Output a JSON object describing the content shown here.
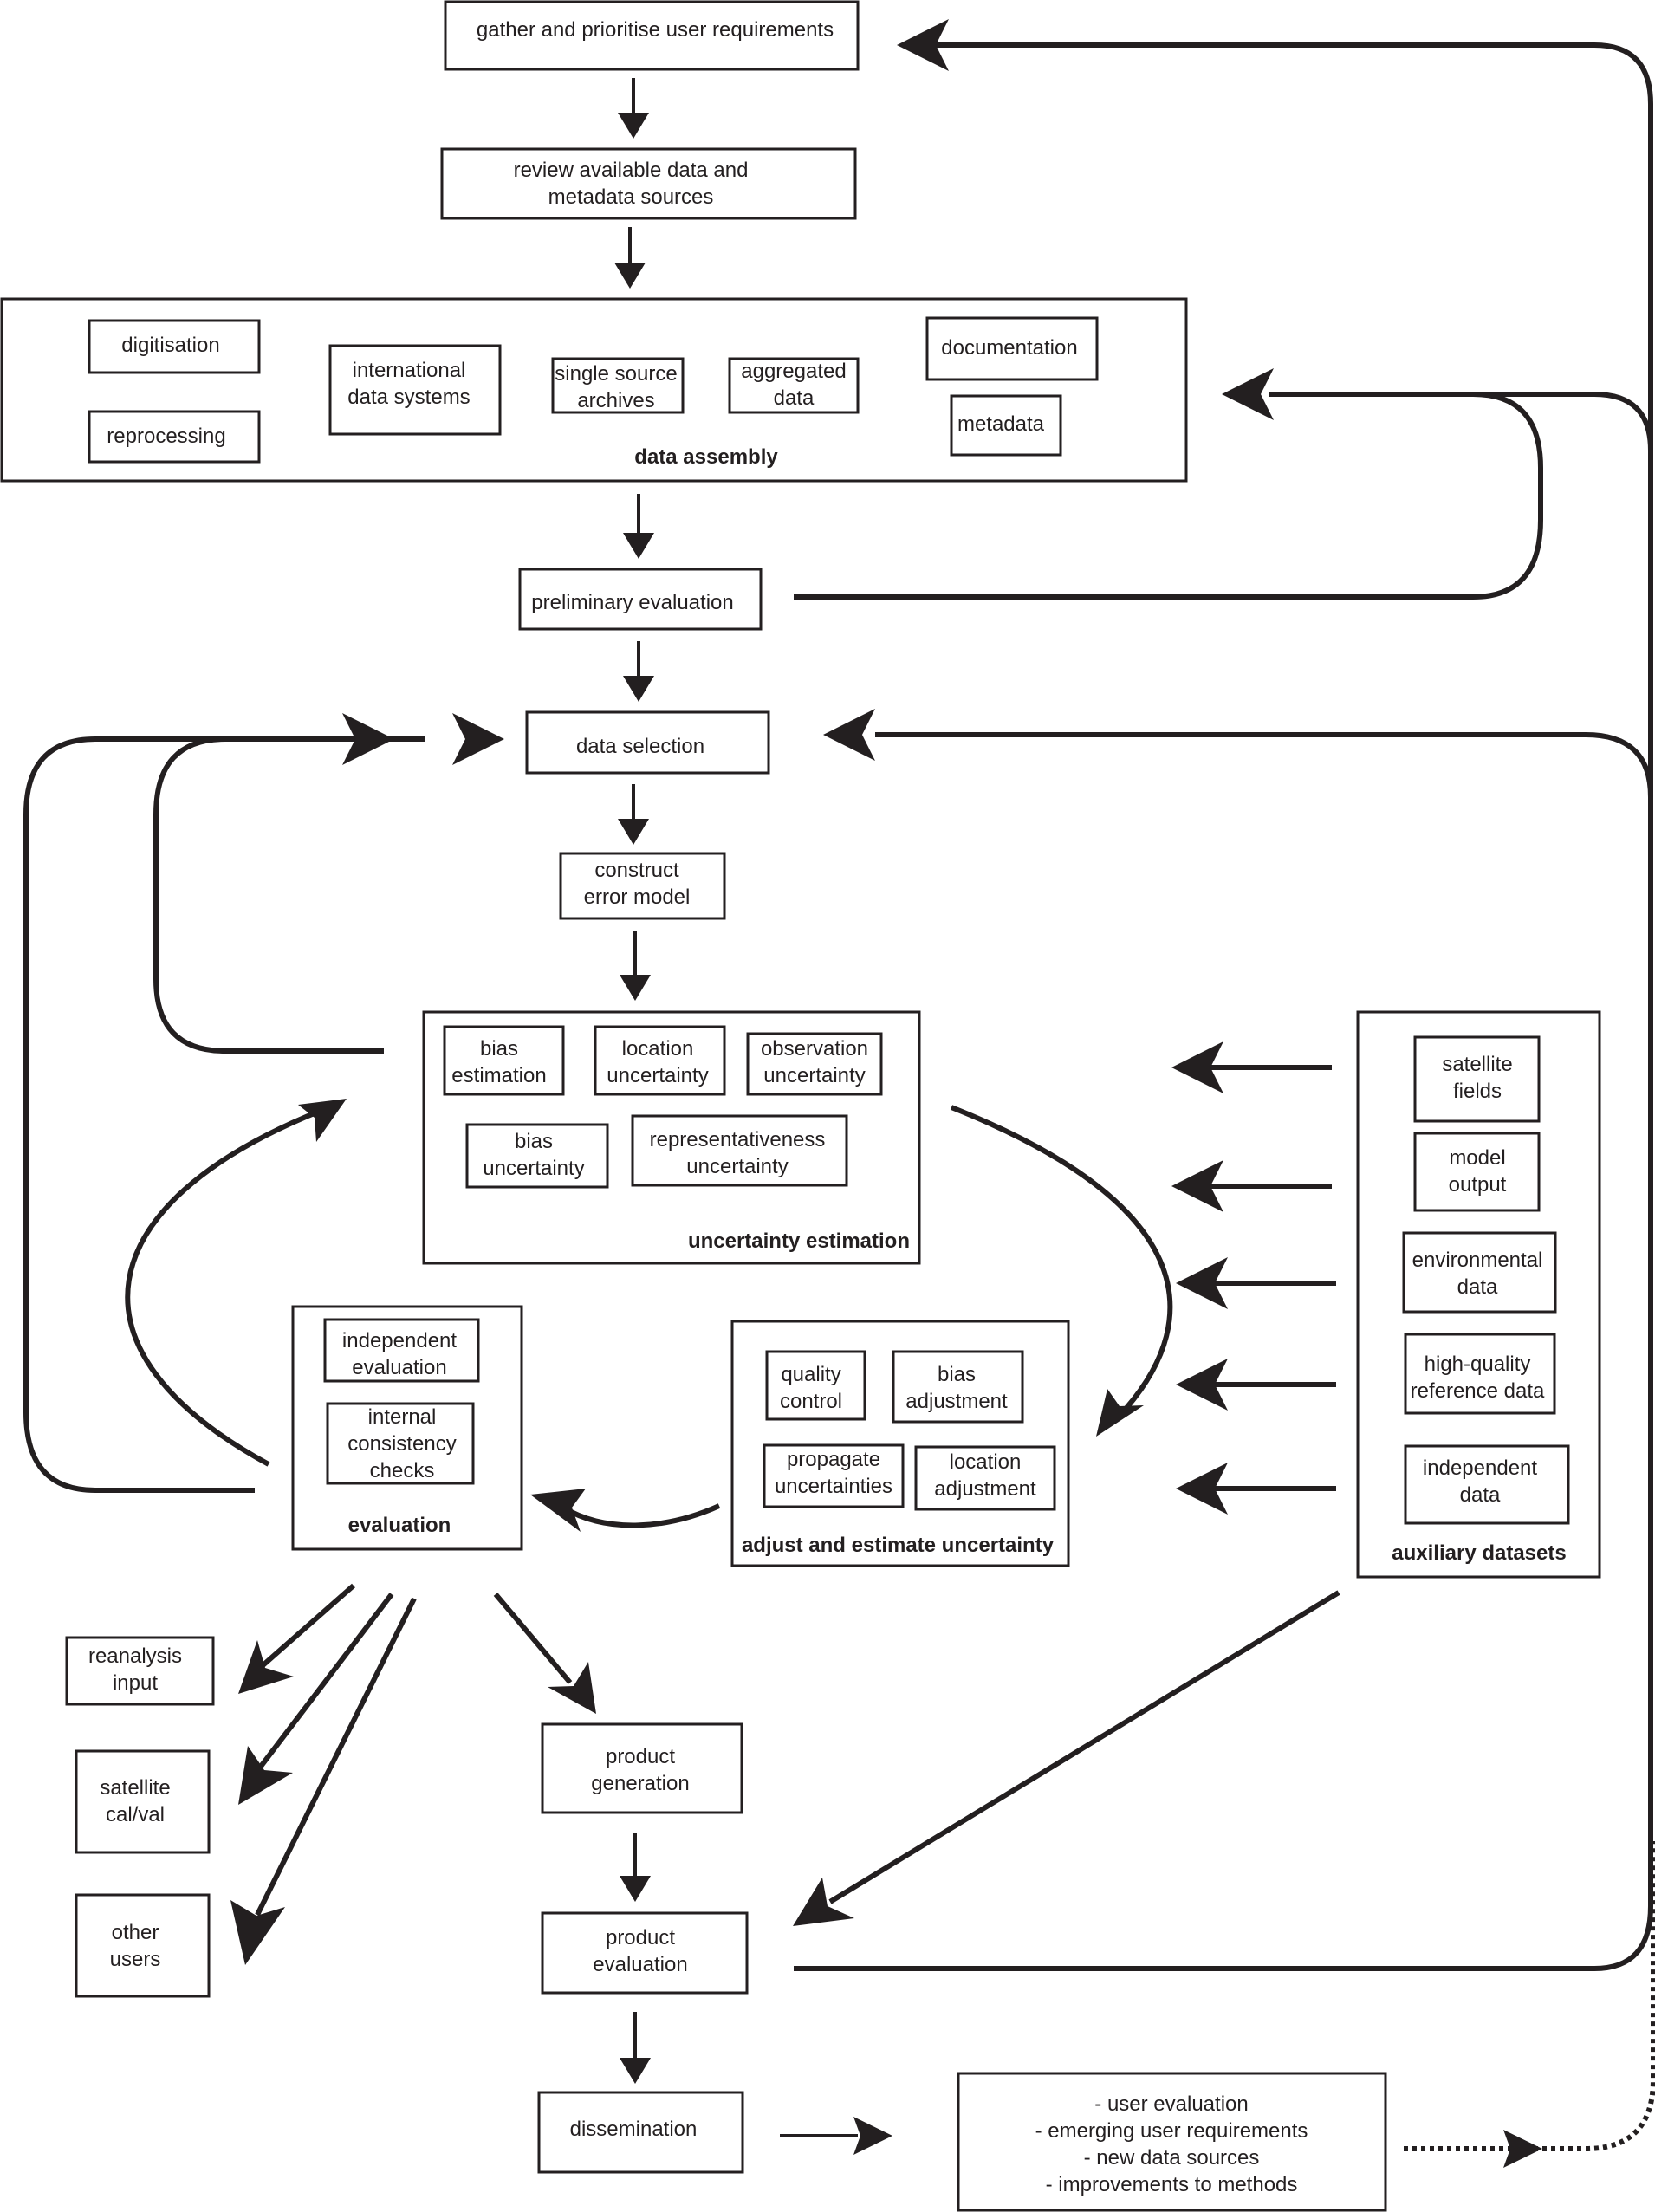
{
  "boxes": {
    "gather": [
      "gather and prioritise user requirements"
    ],
    "review": [
      "review available data and",
      "metadata sources"
    ],
    "digitisation": [
      "digitisation"
    ],
    "reprocessing": [
      "reprocessing"
    ],
    "international": [
      "international",
      "data systems"
    ],
    "single_source": [
      "single source",
      "archives"
    ],
    "aggregated": [
      "aggregated",
      "data"
    ],
    "documentation": [
      "documentation"
    ],
    "metadata": [
      "metadata"
    ],
    "preliminary": [
      "preliminary evaluation"
    ],
    "selection": [
      "data selection"
    ],
    "construct": [
      "construct",
      "error model"
    ],
    "bias_estimation": [
      "bias",
      "estimation"
    ],
    "location_uncertainty": [
      "location",
      "uncertainty"
    ],
    "observation_uncertainty": [
      "observation",
      "uncertainty"
    ],
    "bias_uncertainty": [
      "bias",
      "uncertainty"
    ],
    "representativeness": [
      "representativeness",
      "uncertainty"
    ],
    "independent_evaluation": [
      "independent",
      "evaluation"
    ],
    "internal_consistency": [
      "internal",
      "consistency",
      "checks"
    ],
    "quality_control": [
      "quality",
      "control"
    ],
    "bias_adjustment": [
      "bias",
      "adjustment"
    ],
    "propagate": [
      "propagate",
      "uncertainties"
    ],
    "location_adjustment": [
      "location",
      "adjustment"
    ],
    "satellite_fields": [
      "satellite",
      "fields"
    ],
    "model_output": [
      "model",
      "output"
    ],
    "environmental": [
      "environmental",
      "data"
    ],
    "high_quality": [
      "high-quality",
      "reference data"
    ],
    "independent_data": [
      "independent",
      "data"
    ],
    "reanalysis": [
      "reanalysis",
      "input"
    ],
    "satellite_calval": [
      "satellite",
      "cal/val"
    ],
    "other_users": [
      "other",
      "users"
    ],
    "product_generation": [
      "product",
      "generation"
    ],
    "product_evaluation": [
      "product",
      "evaluation"
    ],
    "dissemination": [
      "dissemination"
    ],
    "feedback": [
      "- user evaluation",
      "- emerging user requirements",
      "- new data sources",
      "- improvements to methods"
    ]
  },
  "group_titles": {
    "data_assembly": "data assembly",
    "uncertainty_estimation": "uncertainty estimation",
    "evaluation": "evaluation",
    "adjust": "adjust and estimate uncertainty",
    "auxiliary": "auxiliary datasets"
  }
}
